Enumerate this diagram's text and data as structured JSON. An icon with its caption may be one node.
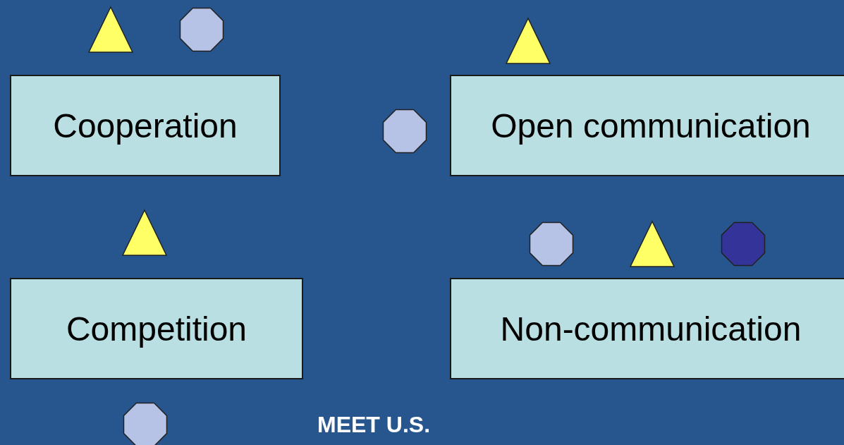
{
  "diagram": {
    "nodes": [
      {
        "text": [
          "Cooperation"
        ]
      },
      {
        "text": [
          "Open communication"
        ]
      },
      {
        "text": [
          "Competition"
        ]
      },
      {
        "text": [
          "Non-communication"
        ]
      }
    ],
    "labels": [
      "MEET U.S."
    ]
  }
}
